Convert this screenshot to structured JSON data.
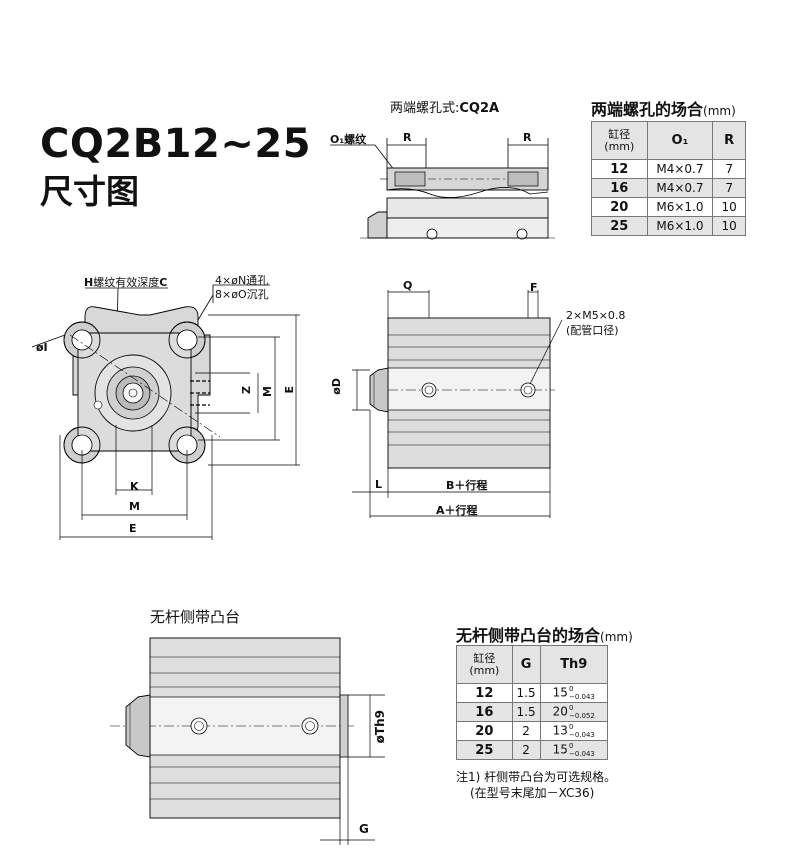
{
  "header": {
    "title": "CQ2B12~25",
    "subtitle": "尺寸图"
  },
  "top_detail": {
    "caption_prefix": "两端螺孔式:",
    "caption_model": "CQ2A",
    "label_O1": "O₁螺纹",
    "label_R_left": "R",
    "label_R_right": "R"
  },
  "table_both_ends": {
    "title": "两端螺孔的场合",
    "unit": "(mm)",
    "headers": [
      "缸径\n(mm)",
      "O₁",
      "R"
    ],
    "header_bore_line1": "缸径",
    "header_bore_line2": "(mm)",
    "header_o1": "O₁",
    "header_r": "R",
    "rows": [
      {
        "bore": "12",
        "o1": "M4×0.7",
        "r": "7"
      },
      {
        "bore": "16",
        "o1": "M4×0.7",
        "r": "7"
      },
      {
        "bore": "20",
        "o1": "M6×1.0",
        "r": "10"
      },
      {
        "bore": "25",
        "o1": "M6×1.0",
        "r": "10"
      }
    ]
  },
  "front_view": {
    "label_h": "H",
    "label_h_text": "螺纹有效深度",
    "label_c": "C",
    "label_n": "4×øN通孔",
    "label_o": "8×øO沉孔",
    "label_i": "øI",
    "label_z": "Z",
    "label_m_v": "M",
    "label_e_v": "E",
    "label_k": "K",
    "label_m_h": "M",
    "label_e_h": "E"
  },
  "side_view": {
    "label_q": "Q",
    "label_f": "F",
    "label_port1": "2×M5×0.8",
    "label_port2": "(配管口径)",
    "label_d": "øD",
    "label_l": "L",
    "label_b": "B＋行程",
    "label_a": "A＋行程"
  },
  "boss_view": {
    "caption": "无杆侧带凸台",
    "label_th9": "øTh9",
    "label_g": "G"
  },
  "table_boss": {
    "title": "无杆侧带凸台的场合",
    "unit": "(mm)",
    "header_bore_line1": "缸径",
    "header_bore_line2": "(mm)",
    "header_g": "G",
    "header_th9": "Th9",
    "rows": [
      {
        "bore": "12",
        "g": "1.5",
        "th9": "15",
        "tol_up": "0",
        "tol_low": "−0.043"
      },
      {
        "bore": "16",
        "g": "1.5",
        "th9": "20",
        "tol_up": "0",
        "tol_low": "−0.052"
      },
      {
        "bore": "20",
        "g": "2",
        "th9": "13",
        "tol_up": "0",
        "tol_low": "−0.043"
      },
      {
        "bore": "25",
        "g": "2",
        "th9": "15",
        "tol_up": "0",
        "tol_low": "−0.043"
      }
    ]
  },
  "note": {
    "line1": "注1) 杆侧带凸台为可选规格。",
    "line2": "(在型号末尾加－XC36)"
  }
}
